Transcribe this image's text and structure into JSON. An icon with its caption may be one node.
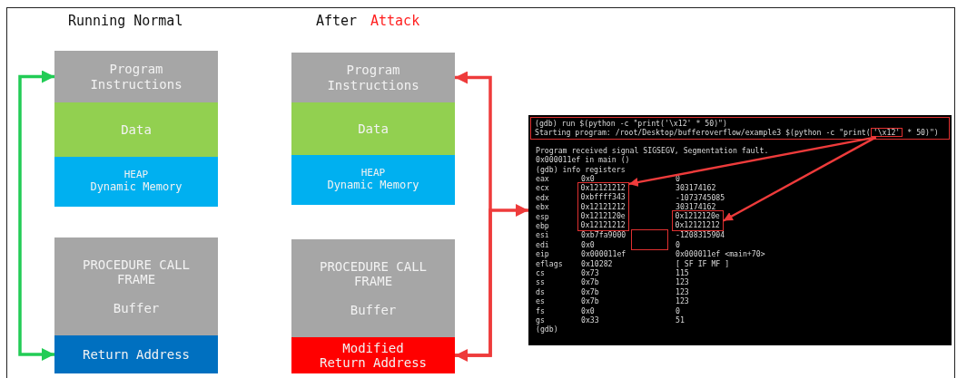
{
  "diagram": {
    "nodes": [
      {
        "text": [
          "Program Instructions"
        ]
      },
      {
        "text": [
          "Data"
        ]
      },
      {
        "text": [
          "HEAP",
          "Dynamic Memory"
        ]
      },
      {
        "text": [
          "PROCEDURE CALL FRAME",
          "Buffer"
        ]
      },
      {
        "text": [
          "Return Address"
        ]
      },
      {
        "text": [
          "Program Instructions"
        ]
      },
      {
        "text": [
          "Data"
        ]
      },
      {
        "text": [
          "HEAP",
          "Dynamic Memory"
        ]
      },
      {
        "text": [
          "PROCEDURE CALL FRAME",
          "Buffer"
        ]
      },
      {
        "text": [
          "Modified Return Address"
        ]
      },
      {
        "text": [
          "Program received signal SIGSEGV, Segmentation fault.",
          "0x000011ef in main ()",
          "(gdb) info registers",
          "eax",
          "0x0",
          "0",
          "ecx",
          "303174162",
          "edx",
          "-1073745085",
          "ebx",
          "303174162",
          "esp",
          "ebp",
          "esi",
          "0xb7fa9000",
          "-1208315904",
          "edi",
          "0x0",
          "0",
          "eip",
          "0x000011ef",
          "0x000011ef <main+70>",
          "eflags",
          "0x10282",
          "[ SF IF MF ]",
          "cs",
          "0x73",
          "115",
          "ss",
          "0x7b",
          "123",
          "ds",
          "0x7b",
          "123",
          "es",
          "0x7b",
          "123",
          "fs",
          "0x0",
          "0",
          "gs",
          "0x33",
          "51",
          "(gdb)"
        ]
      },
      {
        "text": [
          "(gdb) run $(python -c \"print('\\x12' * 50)\")",
          "Starting program: /root/Desktop/bufferoverflow/example3 $(python -c \"print(",
          "* 50)\")"
        ],
        "in": 10
      },
      {
        "text": [
          "'\\x12'"
        ],
        "in": 11
      },
      {
        "text": [
          "0x12121212",
          "0xbffff343",
          "0x12121212",
          "0x1212120e",
          "0x12121212"
        ],
        "in": 10
      },
      {
        "text": [
          "0x1212120e",
          "0x12121212"
        ],
        "in": 10
      },
      {
        "text": [],
        "shape": "box",
        "in": 10
      }
    ],
    "edges": [
      {
        "from": 4,
        "to": 0,
        "arrow": "both",
        "color": "#22cc55"
      },
      {
        "from": 9,
        "to": 5,
        "arrow": "both"
      },
      {
        "from": 9,
        "to": 10,
        "arrow": "to"
      },
      {
        "from": 12,
        "to": 13,
        "arrow": "to"
      },
      {
        "from": 12,
        "to": 14,
        "arrow": "to"
      }
    ],
    "labels": [
      "Running Normal",
      "After",
      "Attack"
    ]
  }
}
